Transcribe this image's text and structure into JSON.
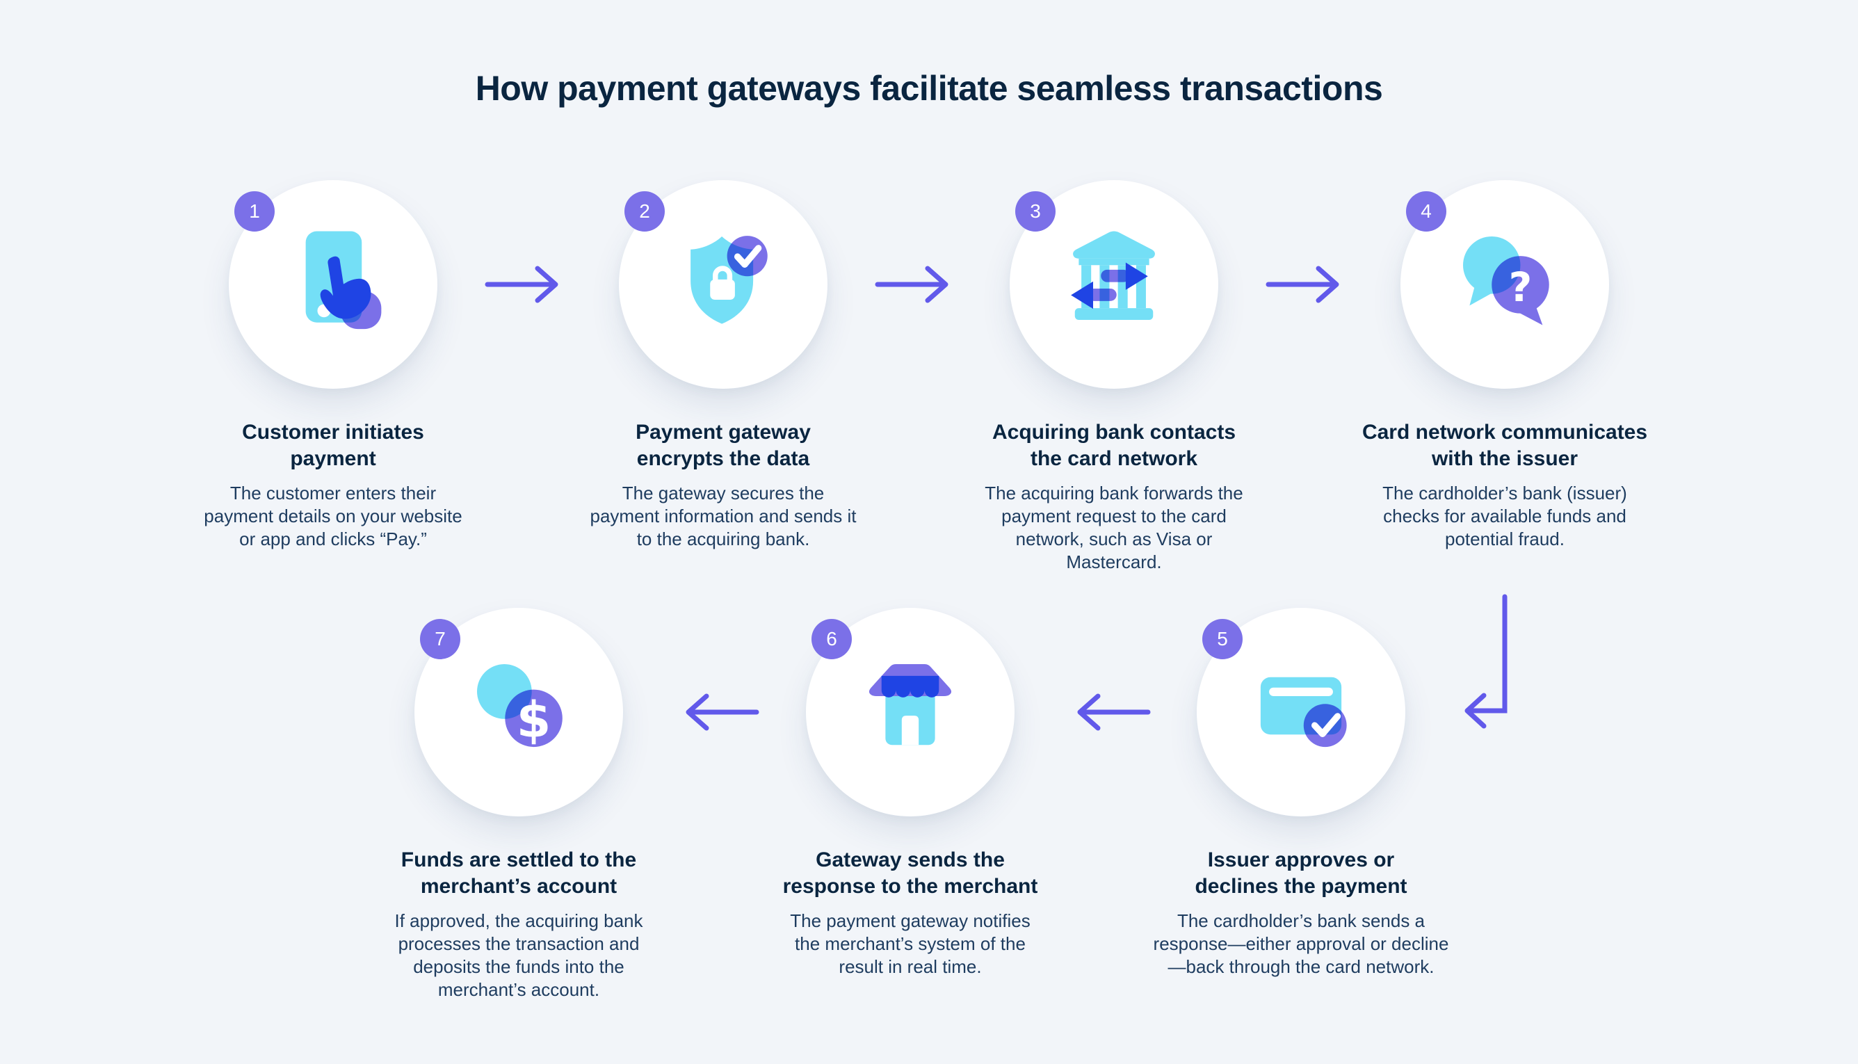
{
  "title": "How payment gateways facilitate seamless transactions",
  "colors": {
    "background": "#F2F5F9",
    "navy_text": "#0A2540",
    "cyan": "#74DFF6",
    "royal_blue": "#1F44E4",
    "purple": "#7B70E8",
    "arrow_indigo": "#6159EA",
    "circle_white": "#FFFFFF"
  },
  "glyphs": {
    "question_mark": "?",
    "dollar_sign": "$"
  },
  "steps": [
    {
      "number": "1",
      "icon": "phone-tap-icon",
      "title": "Customer initiates payment",
      "description": "The customer enters their payment details on your website or app and clicks “Pay.”"
    },
    {
      "number": "2",
      "icon": "shield-lock-check-icon",
      "title": "Payment gateway encrypts the data",
      "description": "The gateway secures the payment information and sends it to the acquiring bank."
    },
    {
      "number": "3",
      "icon": "bank-transfer-icon",
      "title": "Acquiring bank contacts the card network",
      "description": "The acquiring bank forwards the payment request to the card network, such as Visa or Mastercard."
    },
    {
      "number": "4",
      "icon": "chat-question-icon",
      "title": "Card network communicates with the issuer",
      "description": "The cardholder’s bank (issuer) checks for available funds and potential fraud."
    },
    {
      "number": "5",
      "icon": "card-approved-icon",
      "title": "Issuer approves or declines the payment",
      "description": "The cardholder’s bank sends a response—either approval or decline—back through the card network."
    },
    {
      "number": "6",
      "icon": "storefront-icon",
      "title": "Gateway sends the response to the merchant",
      "description": "The payment gateway notifies the merchant’s system of the result in real time."
    },
    {
      "number": "7",
      "icon": "funds-settled-icon",
      "title": "Funds are settled to the merchant’s account",
      "description": "If approved, the acquiring bank processes the transaction and deposits the funds into the merchant’s account."
    }
  ]
}
